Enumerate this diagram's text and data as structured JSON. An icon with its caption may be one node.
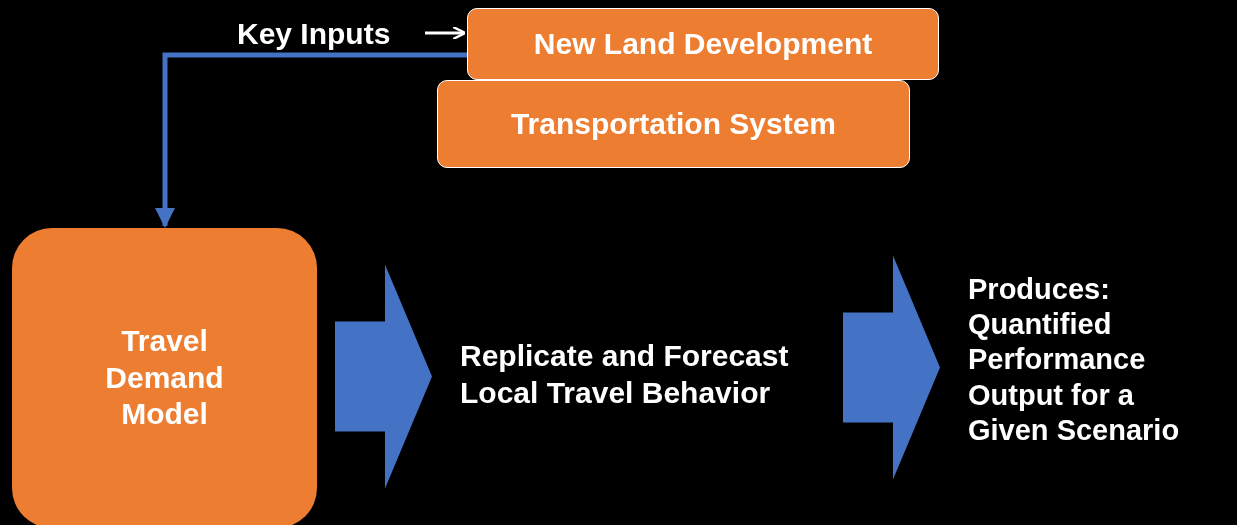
{
  "diagram": {
    "nodes": [
      {
        "text": [
          "Key Inputs"
        ]
      },
      {
        "text": [
          "New Land Development"
        ]
      },
      {
        "text": [
          "Transportation System"
        ]
      },
      {
        "text": [
          "Travel Demand Model"
        ]
      },
      {
        "text": [
          "Replicate and Forecast Local Travel Behavior"
        ]
      },
      {
        "text": [
          "Produces: Quantified Performance Output for a Given Scenario"
        ]
      }
    ],
    "edges": [
      {
        "from": 0,
        "to": 1,
        "arrow": "to",
        "color": "#ffffff"
      },
      {
        "from": 1,
        "to": 3,
        "arrow": "to",
        "color": "#4472c4"
      },
      {
        "from": 3,
        "to": 4,
        "arrow": "to",
        "style": "thick",
        "color": "#4472c4"
      },
      {
        "from": 4,
        "to": 5,
        "arrow": "to",
        "style": "thick",
        "color": "#4472c4"
      }
    ]
  }
}
